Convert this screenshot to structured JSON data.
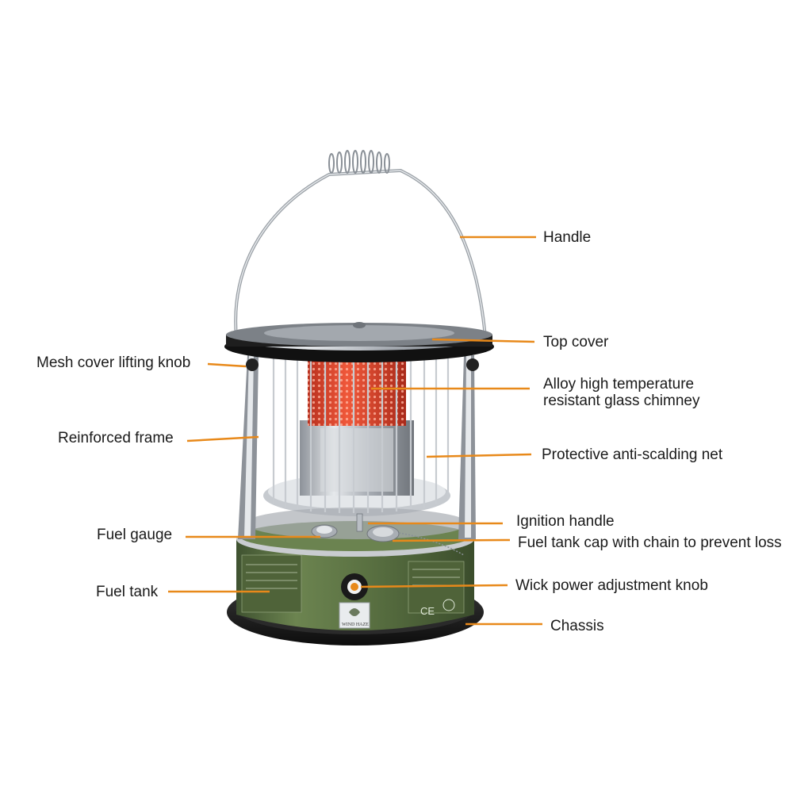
{
  "labels": {
    "handle": "Handle",
    "top_cover": "Top cover",
    "mesh_knob": "Mesh cover lifting knob",
    "chimney": "Alloy high temperature\nresistant glass chimney",
    "reinforced_frame": "Reinforced frame",
    "anti_scald_net": "Protective anti-scalding net",
    "ignition_handle": "Ignition handle",
    "fuel_gauge": "Fuel gauge",
    "fuel_cap": "Fuel tank cap with chain to prevent loss",
    "fuel_tank": "Fuel tank",
    "wick_knob": "Wick power adjustment knob",
    "chassis": "Chassis"
  },
  "brand": "WIND HAZE",
  "ce_mark": "CE",
  "colors": {
    "leader": "#E8891A",
    "tank_green": "#586E40",
    "chimney_red": "#E2452E",
    "frame_silver": "#B9BEC4",
    "top_black": "#1E1E1E"
  }
}
